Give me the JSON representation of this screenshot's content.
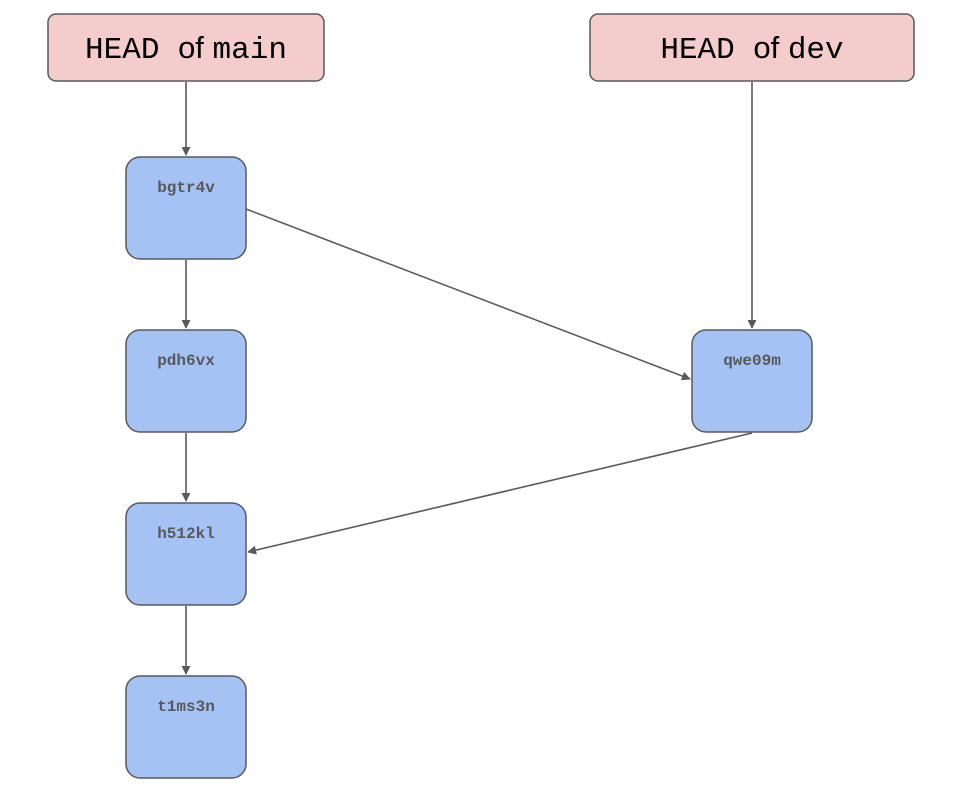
{
  "heads": {
    "main": {
      "keyword": "HEAD",
      "connector": "of",
      "branch": "main"
    },
    "dev": {
      "keyword": "HEAD",
      "connector": "of",
      "branch": "dev"
    }
  },
  "commits": {
    "bgtr4v": "bgtr4v",
    "pdh6vx": "pdh6vx",
    "h512kl": "h512kl",
    "t1ms3n": "t1ms3n",
    "qwe09m": "qwe09m"
  },
  "edges": [
    {
      "from": "head-main",
      "to": "bgtr4v"
    },
    {
      "from": "head-dev",
      "to": "qwe09m"
    },
    {
      "from": "bgtr4v",
      "to": "pdh6vx"
    },
    {
      "from": "bgtr4v",
      "to": "qwe09m"
    },
    {
      "from": "pdh6vx",
      "to": "h512kl"
    },
    {
      "from": "qwe09m",
      "to": "h512kl"
    },
    {
      "from": "h512kl",
      "to": "t1ms3n"
    }
  ],
  "colors": {
    "head_fill": "#f4cccc",
    "commit_fill": "#a4c2f4",
    "stroke": "#595959"
  }
}
